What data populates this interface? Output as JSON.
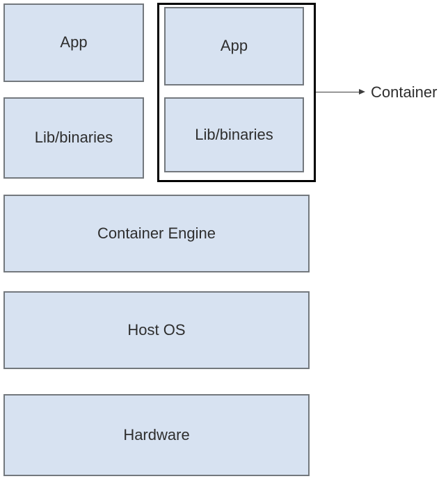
{
  "diagram": {
    "host_stack": {
      "boxes": [
        {
          "label": "App"
        },
        {
          "label": "Lib/binaries"
        }
      ]
    },
    "container_group": {
      "boxes": [
        {
          "label": "App"
        },
        {
          "label": "Lib/binaries"
        }
      ],
      "callout": {
        "label": "Container",
        "arrow_icon": "right-arrow"
      }
    },
    "layers": [
      {
        "label": "Container Engine"
      },
      {
        "label": "Host OS"
      },
      {
        "label": "Hardware"
      }
    ],
    "colors": {
      "box_fill": "#d7e2f1",
      "box_border": "#73787d",
      "group_border": "#000000",
      "text": "#2e2e2e",
      "background": "#ffffff"
    }
  }
}
